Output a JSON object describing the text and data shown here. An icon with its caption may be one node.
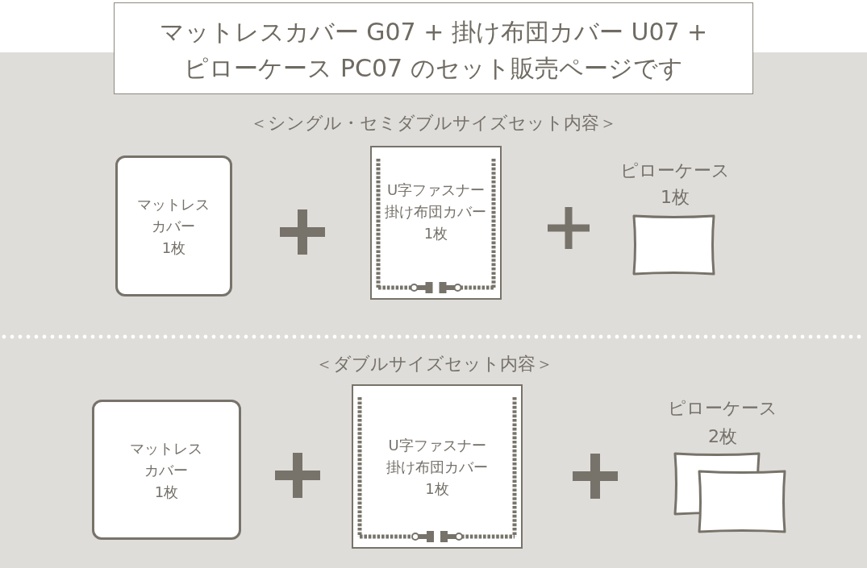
{
  "diagram": {
    "title": "マットレスカバー G07 + 掛け布団カバー U07 + ピローケース PC07 のセット販売ページです",
    "nodes": [
      {
        "text": [
          "マットレスカバー",
          "1枚"
        ]
      },
      {
        "text": [
          "U字ファスナー掛け布団カバー",
          "1枚"
        ]
      },
      {
        "text": [
          "ピローケース",
          "1枚"
        ]
      },
      {
        "text": [
          "マットレスカバー",
          "1枚"
        ]
      },
      {
        "text": [
          "U字ファスナー掛け布団カバー",
          "1枚"
        ]
      },
      {
        "text": [
          "ピローケース",
          "2枚"
        ]
      }
    ],
    "labels": [
      "＜シングル・セミダブルサイズセット内容＞",
      "＜ダブルサイズセット内容＞"
    ]
  }
}
